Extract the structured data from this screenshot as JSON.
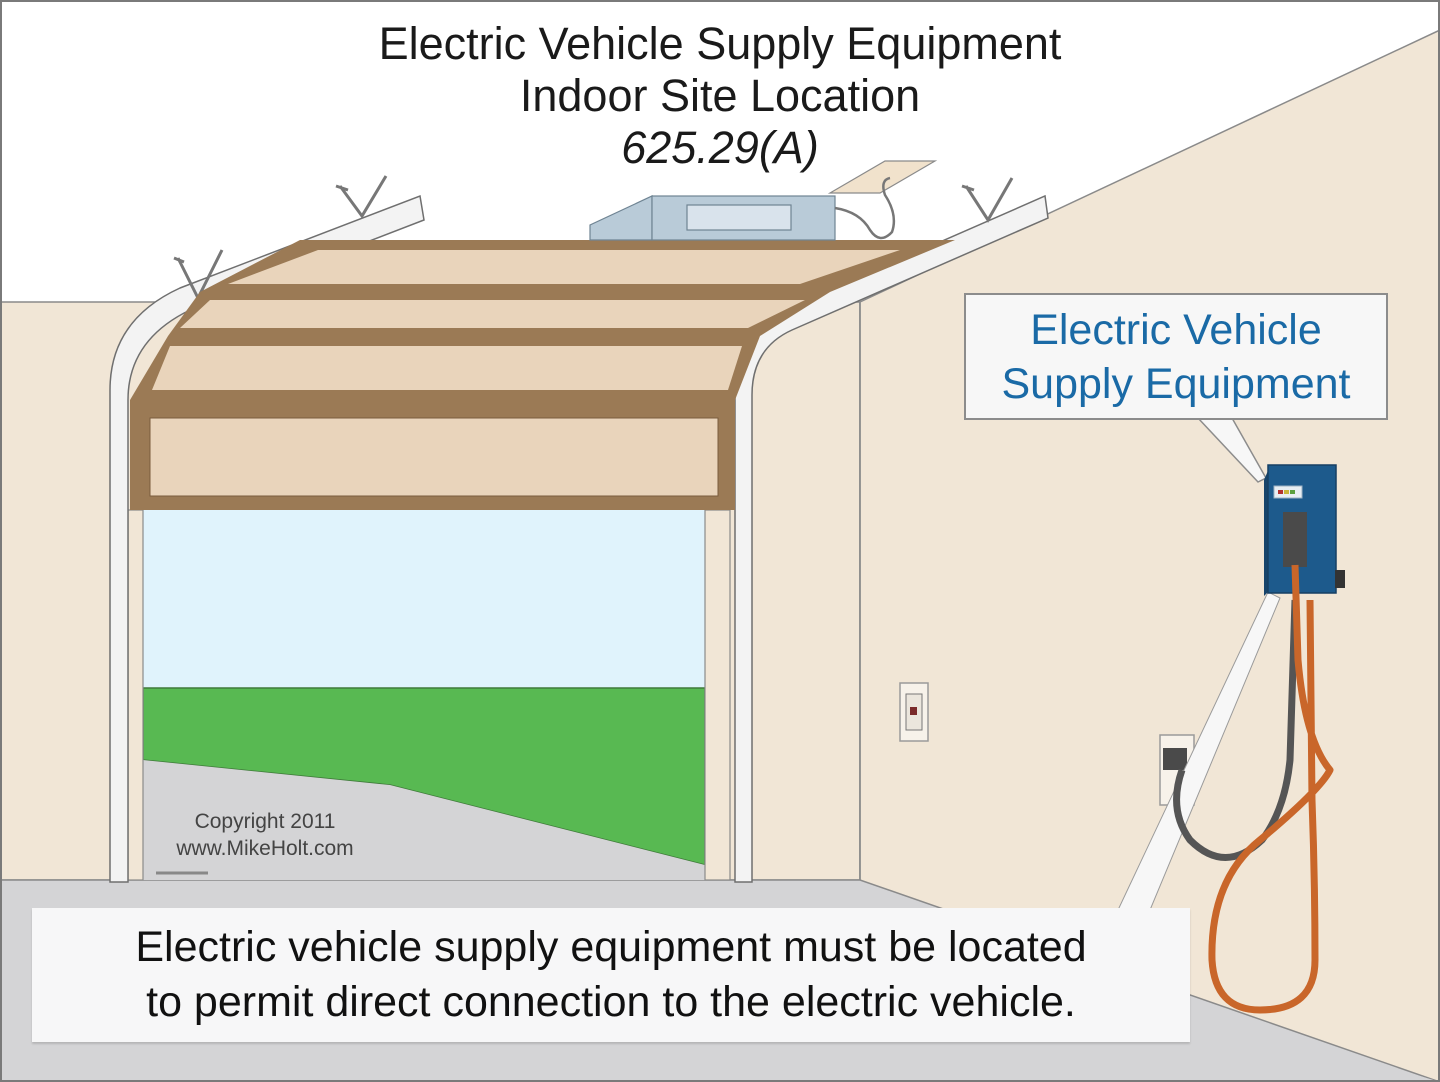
{
  "title": {
    "line1": "Electric Vehicle Supply Equipment",
    "line2": "Indoor Site Location",
    "line3": "625.29(A)"
  },
  "callout": {
    "line1": "Electric Vehicle",
    "line2": "Supply Equipment"
  },
  "caption": {
    "line1": "Electric vehicle supply equipment must be located",
    "line2": "to permit direct connection to the electric vehicle."
  },
  "copyright": {
    "line1": "Copyright 2011",
    "line2": "www.MikeHolt.com"
  },
  "colors": {
    "wall": "#f1e6d6",
    "floor": "#d4d4d6",
    "sky": "#e0f3fc",
    "grass": "#58b952",
    "door_panel": "#e9d4bb",
    "door_frame": "#9b7a55",
    "evse_body": "#1d5a8c",
    "cable_orange": "#c9662a",
    "cable_gray": "#555555",
    "opener": "#b9cbd8",
    "callout_text": "#1a6aa6"
  }
}
